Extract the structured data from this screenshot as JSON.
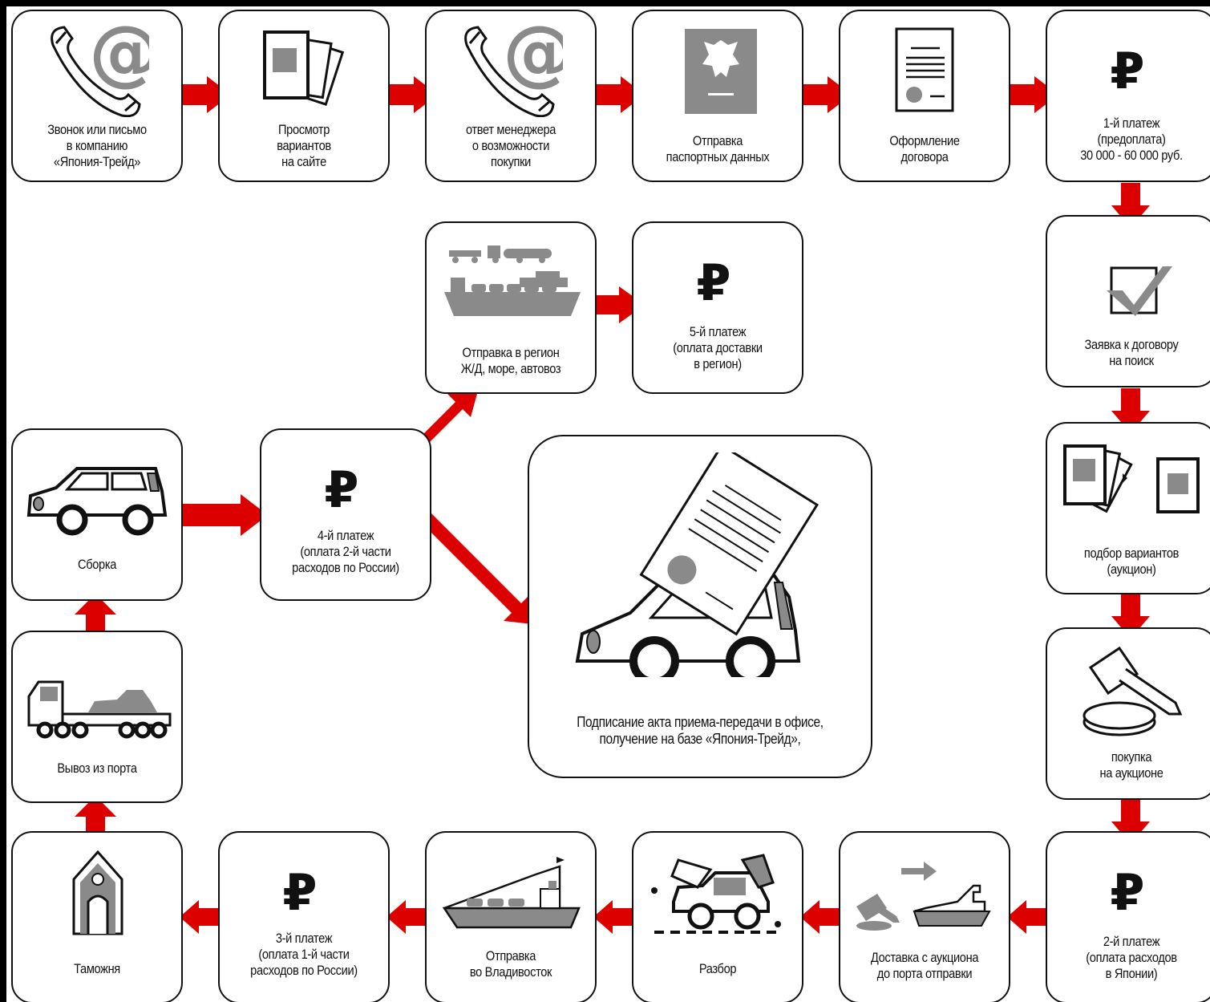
{
  "steps": {
    "call": "Звонок или письмо\nв компанию\n«Япония-Трейд»",
    "browse": "Просмотр\nвариантов\nна сайте",
    "manager_reply": "ответ менеджера\nо возможности\nпокупки",
    "passport": "Отправка\nпаспортных данных",
    "contract": "Оформление\nдоговора",
    "payment1": "1-й платеж\n(предоплата)\n30 000 - 60 000 руб.",
    "search_request": "Заявка к договору\nна поиск",
    "selection": "подбор вариантов\n(аукцион)",
    "auction_purchase": "покупка\nна аукционе",
    "payment2": "2-й платеж\n(оплата расходов\nв Японии)",
    "delivery_port": "Доставка с аукциона\nдо порта отправки",
    "disassembly": "Разбор",
    "ship_vladivostok": "Отправка\nво Владивосток",
    "payment3": "3-й платеж\n(оплата 1-й части\nрасходов по России)",
    "customs": "Таможня",
    "port_export": "Вывоз из порта",
    "assembly": "Сборка",
    "payment4": "4-й платеж\n(оплата 2-й части\nрасходов по России)",
    "region_shipping": "Отправка в регион\nЖ/Д, море, автовоз",
    "payment5": "5-й платеж\n(оплата доставки\nв регион)",
    "signing": "Подписание акта приема-передачи в офисе,\nполучение на базе «Япония-Трейд»,"
  },
  "ruble_symbol": "₽",
  "icons": {
    "call": "phone-email-icon",
    "browse": "documents-icon",
    "manager_reply": "phone-email-icon",
    "passport": "passport-icon",
    "contract": "contract-icon",
    "payment": "ruble-icon",
    "search_request": "checkbox-icon",
    "selection": "photos-icon",
    "auction_purchase": "gavel-icon",
    "delivery_port": "gavel-ship-icon",
    "disassembly": "car-disassembly-icon",
    "ship_vladivostok": "ship-icon",
    "customs": "customs-house-icon",
    "port_export": "tow-truck-icon",
    "assembly": "car-icon",
    "region_shipping": "transport-icon",
    "signing": "car-contract-icon"
  },
  "colors": {
    "arrow": "#dd0000",
    "icon_gray": "#8a8a8a",
    "outline": "#111111"
  }
}
